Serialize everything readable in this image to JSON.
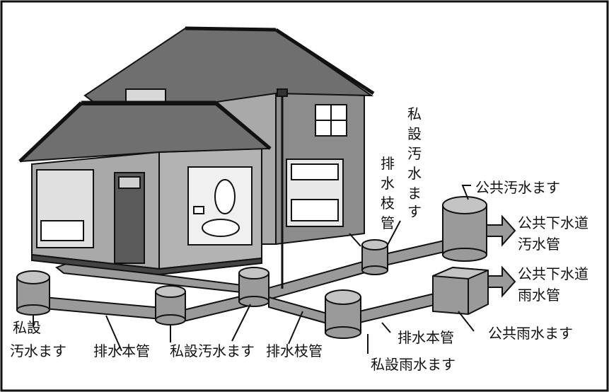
{
  "labels": {
    "private_sewage_basin_left_line1": "私設",
    "private_sewage_basin_left_line2": "汚水ます",
    "main_drain_pipe_left": "排水本管",
    "private_sewage_basin_center": "私設汚水ます",
    "branch_drain_pipe_bottom": "排水枝管",
    "private_rain_basin": "私設雨水ます",
    "main_drain_pipe_right": "排水本管",
    "public_rain_basin": "公共雨水ます",
    "public_sewer_rain_line1": "公共下水道",
    "public_sewer_rain_line2": "雨水管",
    "public_sewer_sewage_line1": "公共下水道",
    "public_sewer_sewage_line2": "汚水管",
    "public_sewage_basin": "公共汚水ます",
    "private_sewage_basin_vertical": [
      "私",
      "設",
      "汚",
      "水",
      "ま",
      "す"
    ],
    "branch_drain_pipe_vertical": [
      "排",
      "水",
      "枝",
      "管"
    ]
  },
  "colors": {
    "roof": "#6f6f6f",
    "wall": "#a9a9a9",
    "wall_dark": "#8c8c8c",
    "pipe": "#9a9a9a",
    "outline": "#111111"
  }
}
